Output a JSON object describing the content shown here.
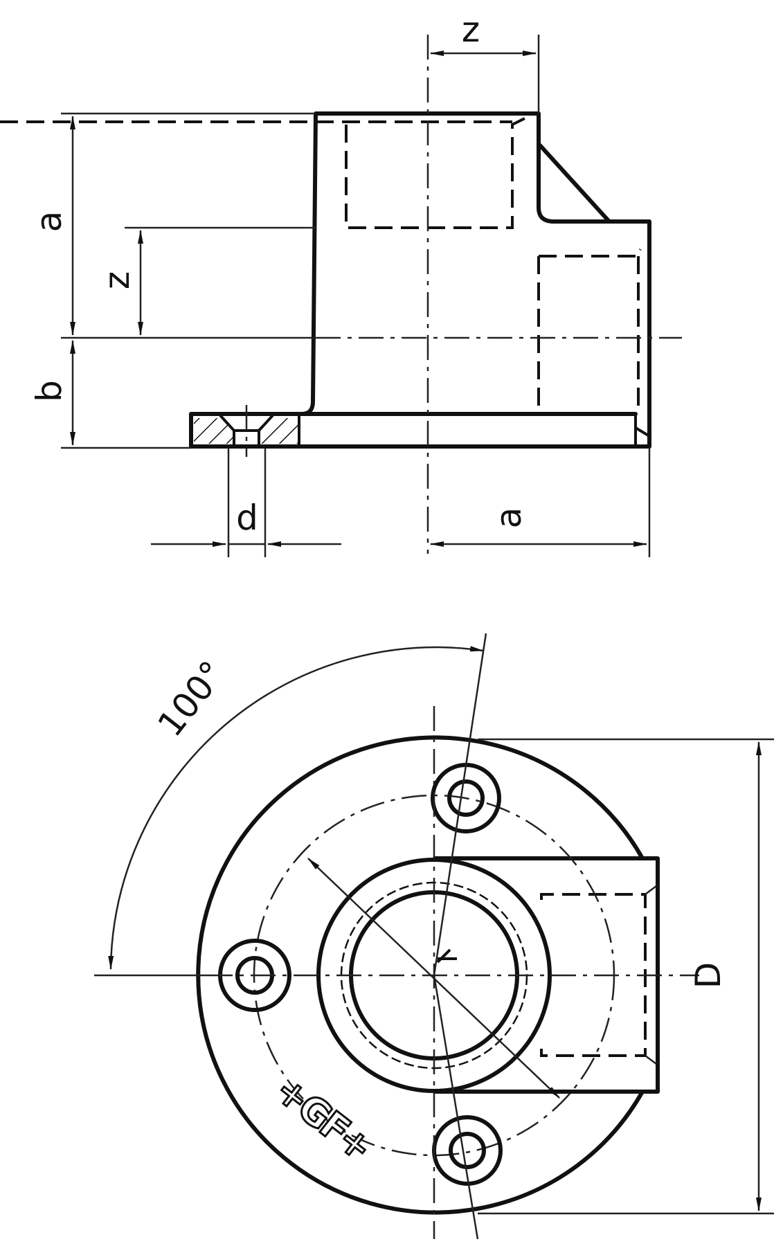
{
  "drawing": {
    "title": "Wall flange elbow technical drawing",
    "views": [
      {
        "name": "side-view",
        "labels": {
          "z_top": "z",
          "a_vertical": "a",
          "z_vertical": "z",
          "b_vertical": "b",
          "d_hole": "d",
          "a_horizontal": "a"
        }
      },
      {
        "name": "plan-view",
        "labels": {
          "angle": "100°",
          "diameter": "D",
          "logo": "+GF+"
        }
      }
    ]
  },
  "side": {
    "z_top": "z",
    "a_vertical": "a",
    "z_vertical": "z",
    "b_vertical": "b",
    "d_hole": "d",
    "a_horizontal": "a"
  },
  "plan": {
    "angle": "100°",
    "diameter": "D",
    "logo": "+GF+"
  },
  "colors": {
    "line": "#111111",
    "background": "#ffffff"
  }
}
